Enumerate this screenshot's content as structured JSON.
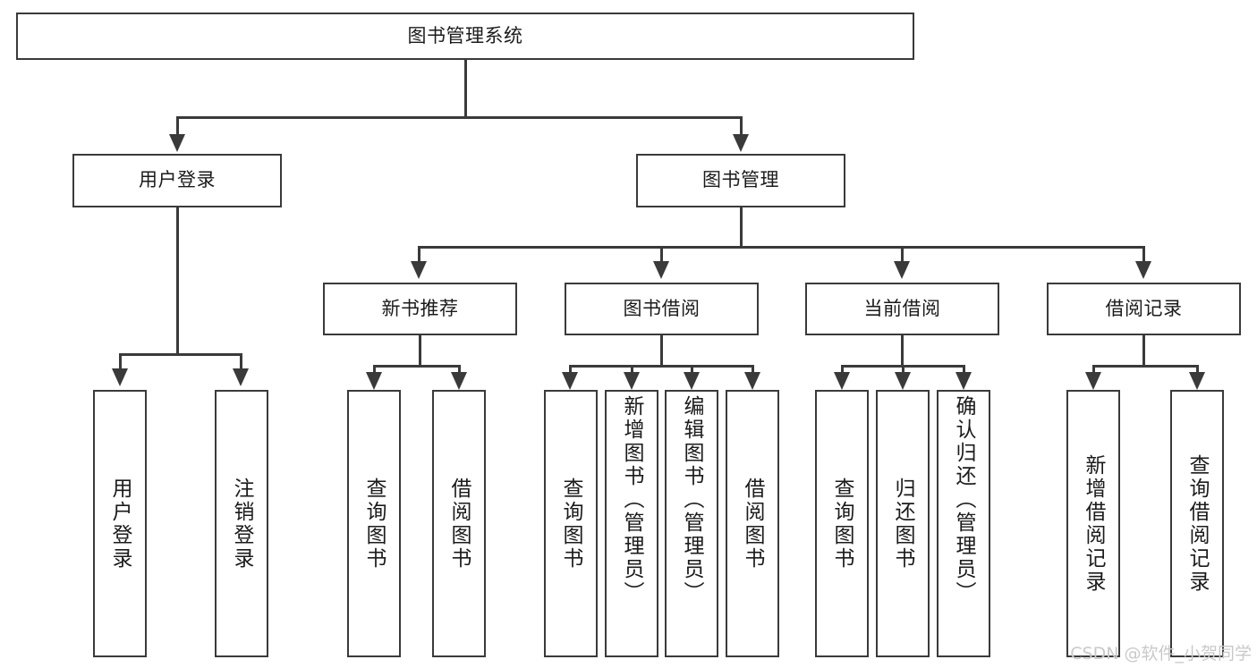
{
  "diagram": {
    "title": "图书管理系统",
    "root": {
      "label": "图书管理系统"
    },
    "level2": [
      {
        "label": "用户登录"
      },
      {
        "label": "图书管理"
      }
    ],
    "level3": [
      {
        "label": "新书推荐"
      },
      {
        "label": "图书借阅"
      },
      {
        "label": "当前借阅"
      },
      {
        "label": "借阅记录"
      }
    ],
    "leaves": {
      "user_login": [
        {
          "label": "用户登录"
        },
        {
          "label": "注销登录"
        }
      ],
      "new_book_recommend": [
        {
          "label": "查询图书"
        },
        {
          "label": "借阅图书"
        }
      ],
      "book_borrow": [
        {
          "label": "查询图书"
        },
        {
          "label": "新增图书（管理员）"
        },
        {
          "label": "编辑图书（管理员）"
        },
        {
          "label": "借阅图书"
        }
      ],
      "current_borrow": [
        {
          "label": "查询图书"
        },
        {
          "label": "归还图书"
        },
        {
          "label": "确认归还（管理员）"
        }
      ],
      "borrow_record": [
        {
          "label": "新增借阅记录"
        },
        {
          "label": "查询借阅记录"
        }
      ]
    }
  },
  "watermark": {
    "text": "CSDN @软件_小贺同学"
  },
  "colors": {
    "stroke": "#3a3a3a",
    "text": "#1b1b1b",
    "background": "#ffffff",
    "watermark": "#c9c9c9"
  }
}
